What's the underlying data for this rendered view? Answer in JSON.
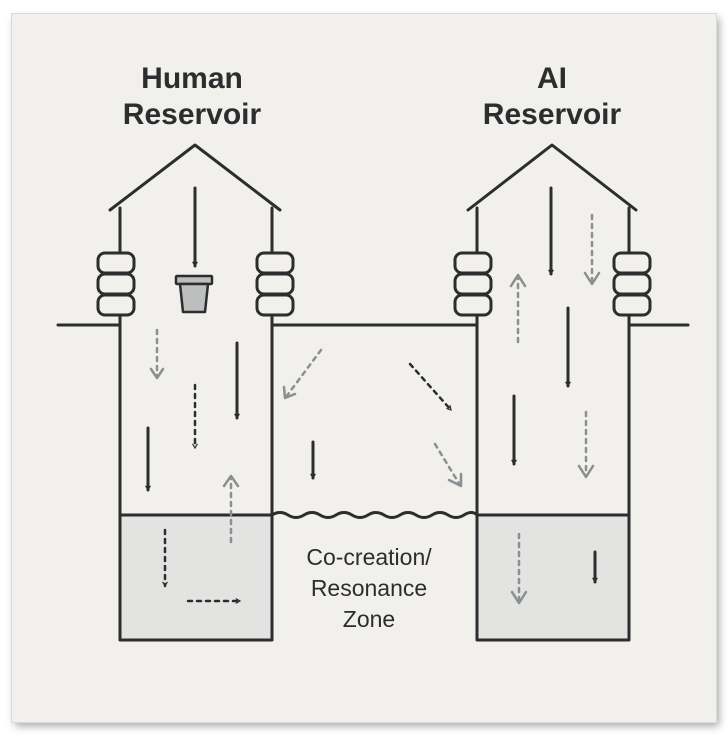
{
  "human_reservoir": {
    "title_line1": "Human",
    "title_line2": "Reservoir"
  },
  "ai_reservoir": {
    "title_line1": "AI",
    "title_line2": "Reservoir"
  },
  "zone": {
    "line1": "Co-creation/",
    "line2": "Resonance",
    "line3": "Zone"
  },
  "colors": {
    "background": "#f1f0ec",
    "line": "#2b2d2e",
    "water": "#e3e3e1",
    "dashed_arrow": "#8a8f92"
  },
  "icons": [
    "bucket-icon",
    "coil-icon"
  ]
}
